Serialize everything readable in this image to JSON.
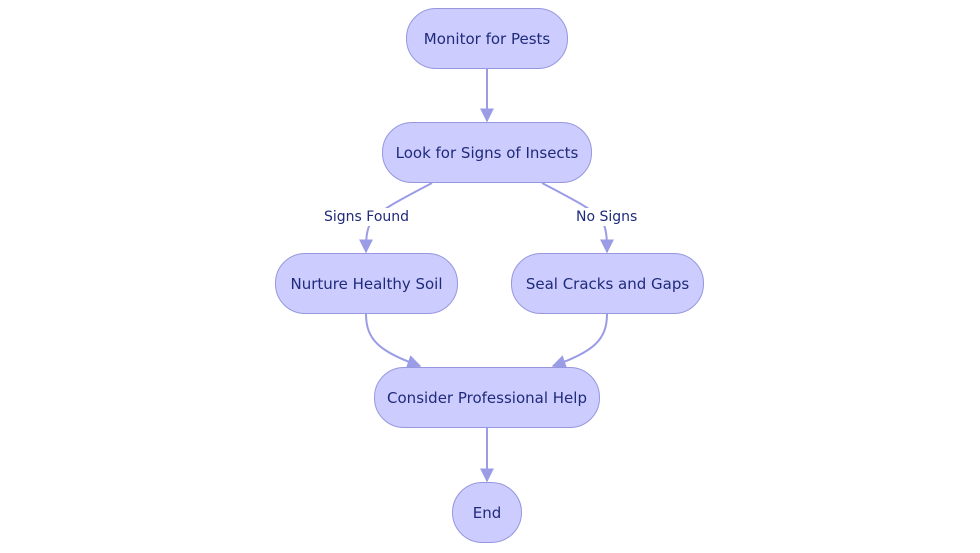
{
  "diagram": {
    "nodes": {
      "monitor": "Monitor for Pests",
      "look": "Look for Signs of Insects",
      "nurture": "Nurture Healthy Soil",
      "seal": "Seal Cracks and Gaps",
      "consider": "Consider Professional Help",
      "end": "End"
    },
    "edges": {
      "signs_found": "Signs Found",
      "no_signs": "No Signs"
    },
    "colors": {
      "node_fill": "#ccccff",
      "node_border": "#9797df",
      "edge": "#9a9ce6",
      "text": "#1f2a7a"
    }
  }
}
